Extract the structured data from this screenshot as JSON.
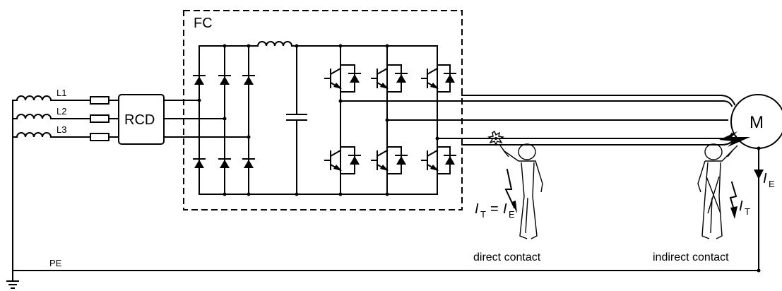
{
  "phases": [
    "L1",
    "L2",
    "L3"
  ],
  "earth_label": "PE",
  "rcd_label": "RCD",
  "converter_label": "FC",
  "motor_label": "M",
  "current_symbol": "I",
  "subscript_earth": "E",
  "subscript_touch": "T",
  "equals_sign": "=",
  "direct_contact_label": "direct contact",
  "indirect_contact_label": "indirect contact"
}
